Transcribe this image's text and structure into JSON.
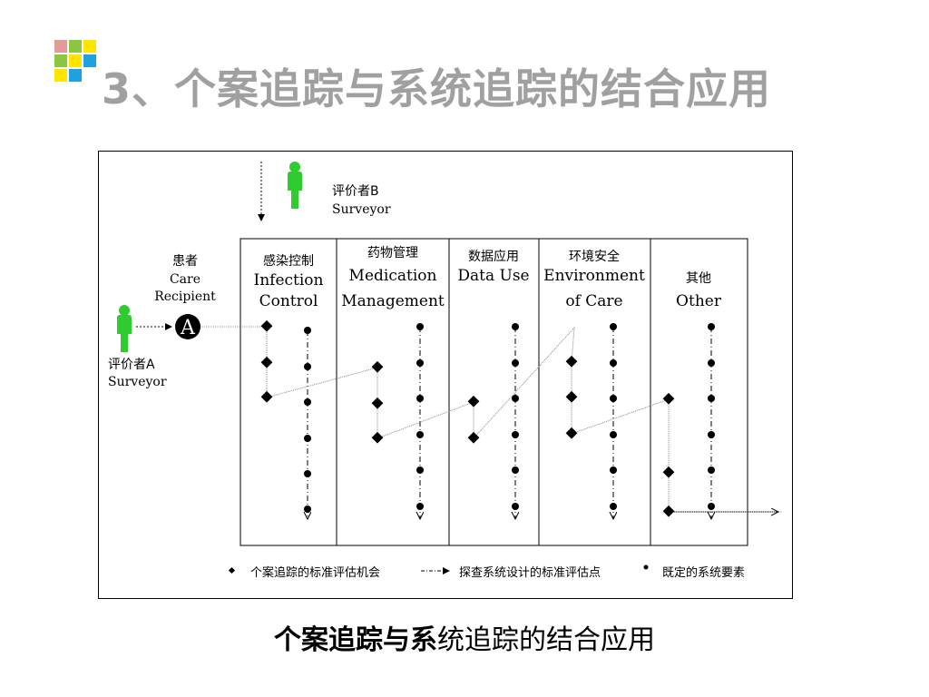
{
  "slide": {
    "title": "3、个案追踪与系统追踪的结合应用",
    "caption_bold": "个案追踪与系",
    "caption_rest": "统追踪的结合应用"
  },
  "logo": {
    "colors": [
      "#e29a9a",
      "#8cc63f",
      "#ffe600",
      "#8cc63f",
      "#ffe600",
      "#1fa0e0",
      "#ffe600",
      "#1fa0e0",
      "#ffffff"
    ]
  },
  "diagram": {
    "surveyor_b": {
      "cn": "评价者B",
      "en": "Surveyor"
    },
    "surveyor_a": {
      "cn": "评价者A",
      "en": "Surveyor"
    },
    "patient": {
      "cn": "患者",
      "en1": "Care",
      "en2": "Recipient",
      "marker": "A"
    },
    "columns": [
      {
        "cn": "感染控制",
        "en1": "Infection",
        "en2": "Control"
      },
      {
        "cn": "药物管理",
        "en1": "Medication",
        "en2": "Management"
      },
      {
        "cn": "数据应用",
        "en1": "Data Use",
        "en2": ""
      },
      {
        "cn": "环境安全",
        "en1": "Environment",
        "en2": "of Care"
      },
      {
        "cn": "其他",
        "en1": "Other",
        "en2": ""
      }
    ],
    "legend": {
      "item1": "个案追踪的标准评估机会",
      "item2": "探查系统设计的标准评估点",
      "item3": "既定的系统要素"
    },
    "colors": {
      "person": "#2ecc2e",
      "line": "#000000"
    }
  }
}
